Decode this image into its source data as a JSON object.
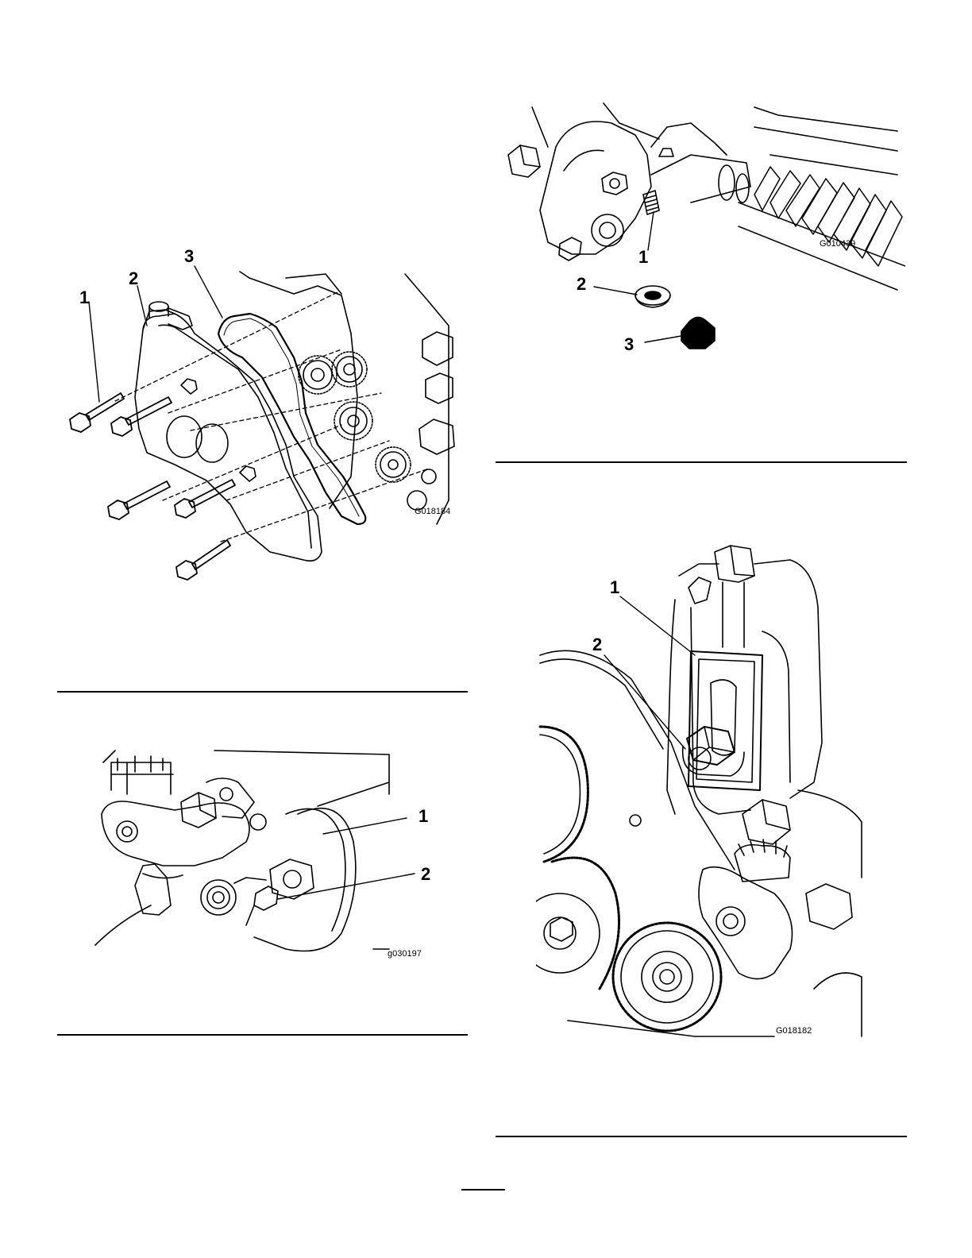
{
  "figures": [
    {
      "id": "G018184",
      "callouts": [
        "1",
        "2",
        "3"
      ]
    },
    {
      "id": "G010439",
      "callouts": [
        "1",
        "2",
        "3"
      ]
    },
    {
      "id": "g030197",
      "callouts": [
        "1",
        "2"
      ]
    },
    {
      "id": "G018182",
      "callouts": [
        "1",
        "2"
      ]
    }
  ]
}
